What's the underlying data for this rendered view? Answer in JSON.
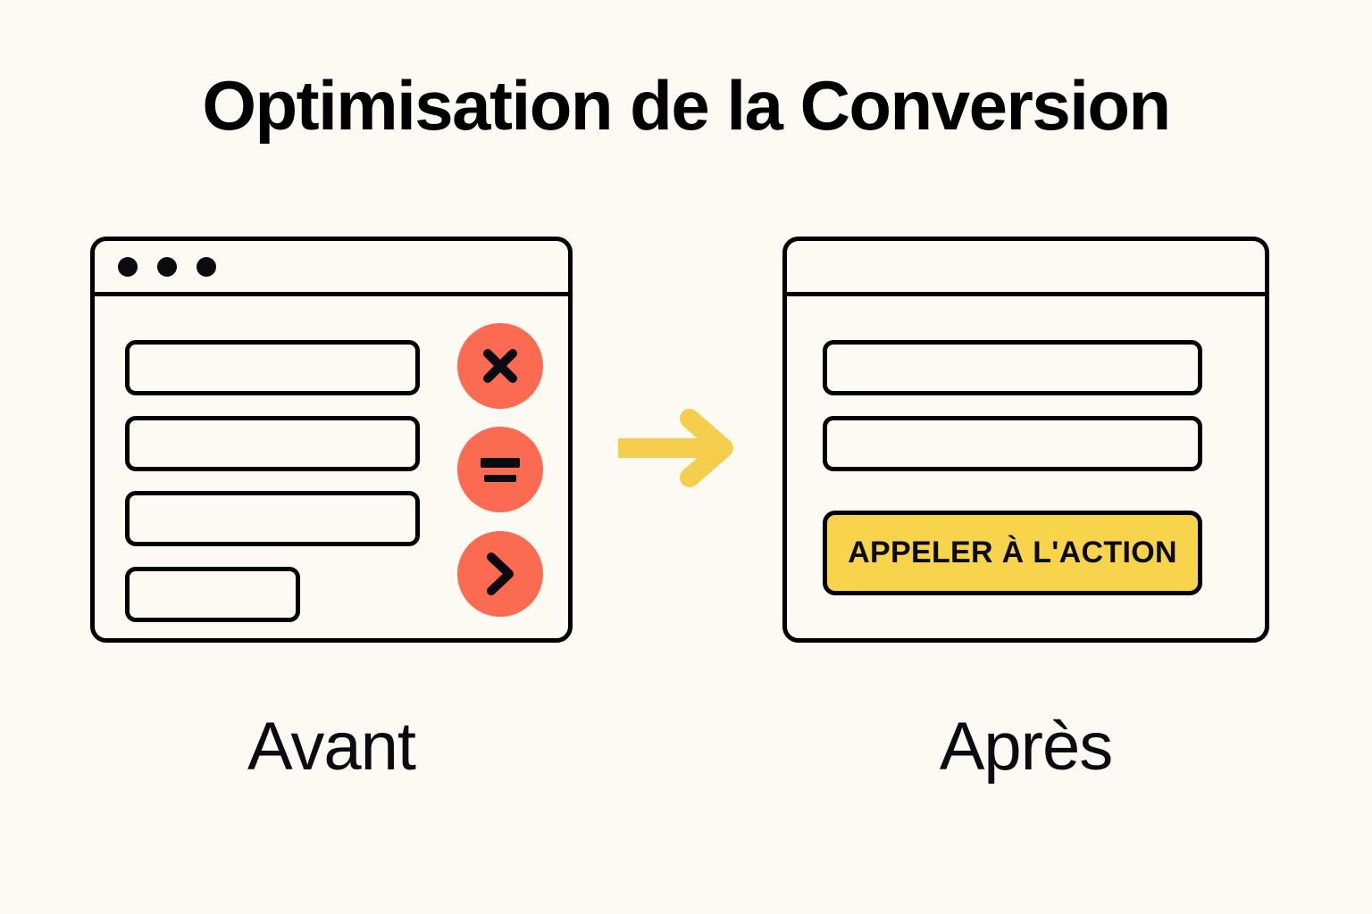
{
  "page": {
    "title": "Optimisation de la Conversion",
    "background_color": "#FDFAF4"
  },
  "colors": {
    "background": "#FDFAF4",
    "outline": "#000000",
    "coral_badge": "#FB6B52",
    "cta_yellow": "#F7D44C",
    "arrow_yellow": "#F5CE4E",
    "text": "#0B0B0F"
  },
  "before_panel": {
    "caption": "Avant",
    "window": {
      "titlebar_dots": [
        "dot-1",
        "dot-2",
        "dot-3"
      ],
      "fields": [
        {
          "name": "field-1",
          "width_ratio": "full"
        },
        {
          "name": "field-2",
          "width_ratio": "full"
        },
        {
          "name": "field-3",
          "width_ratio": "full"
        },
        {
          "name": "field-4",
          "width_ratio": "short"
        }
      ],
      "badges": [
        {
          "name": "close-badge",
          "icon": "x-icon",
          "color": "#FB6B52"
        },
        {
          "name": "equals-badge",
          "icon": "equals-icon",
          "color": "#FB6B52"
        },
        {
          "name": "chevron-badge",
          "icon": "chevron-right-icon",
          "color": "#FB6B52"
        }
      ]
    }
  },
  "flow": {
    "arrow_icon": "arrow-right-icon",
    "arrow_color": "#F5CE4E"
  },
  "after_panel": {
    "caption": "Après",
    "window": {
      "titlebar_dots": [],
      "fields": [
        {
          "name": "field-1",
          "width_ratio": "full"
        },
        {
          "name": "field-2",
          "width_ratio": "full"
        }
      ],
      "cta": {
        "label": "APPELER À L'ACTION",
        "background": "#F7D44C"
      }
    }
  }
}
